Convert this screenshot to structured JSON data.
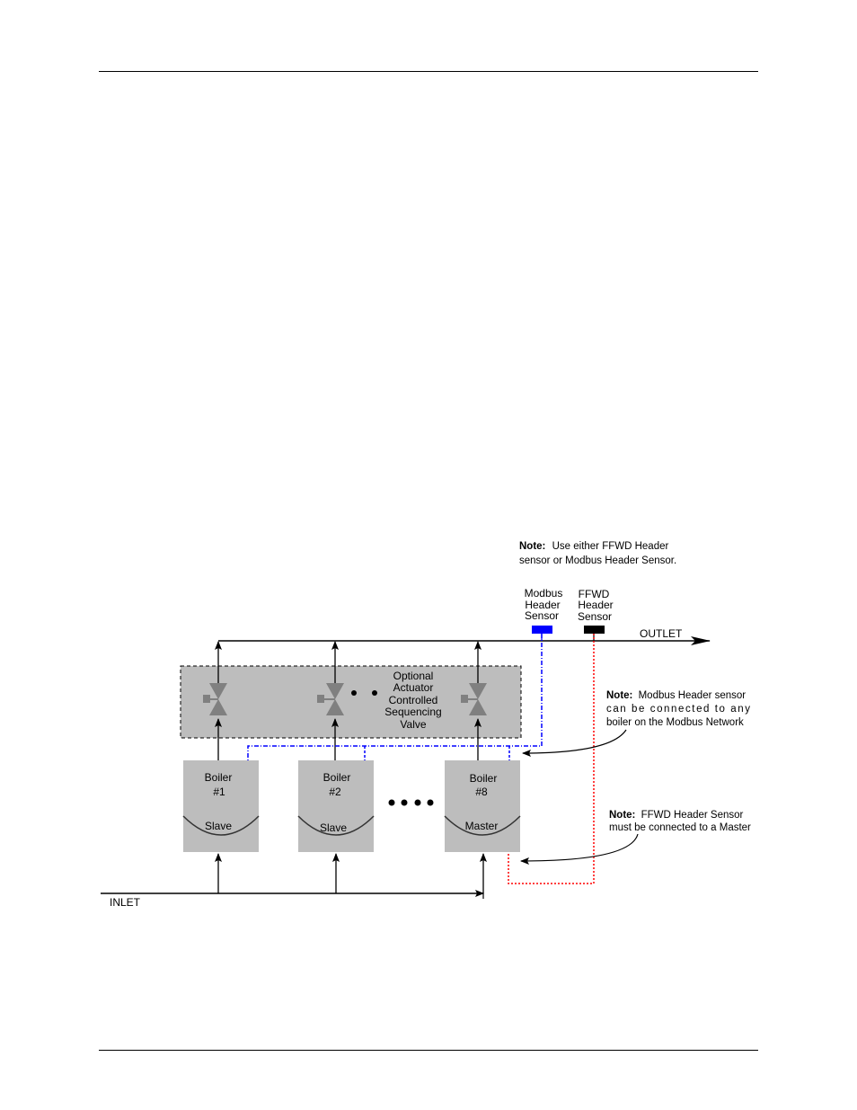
{
  "note_top": {
    "bold": "Note:",
    "line1_rest": "Use either FFWD Header",
    "line2": "sensor or Modbus Header Sensor."
  },
  "modbus_sensor": {
    "label": [
      "Modbus",
      "Header",
      "Sensor"
    ],
    "color": "#0000ff"
  },
  "ffwd_sensor": {
    "label": [
      "FFWD",
      "Header",
      "Sensor"
    ],
    "color": "#000000"
  },
  "outlet_label": "OUTLET",
  "inlet_label": "INLET",
  "valve_group_label": [
    "Optional",
    "Actuator",
    "Controlled",
    "Sequencing",
    "Valve"
  ],
  "boilers": [
    {
      "name": "Boiler",
      "number": "#1",
      "role": "Slave"
    },
    {
      "name": "Boiler",
      "number": "#2",
      "role": "Slave"
    },
    {
      "name": "Boiler",
      "number": "#8",
      "role": "Master"
    }
  ],
  "note_modbus": {
    "bold": "Note:",
    "line1_rest": "Modbus Header sensor",
    "line2": "can be connected to any",
    "line3": "boiler on the Modbus Network"
  },
  "note_ffwd": {
    "bold": "Note:",
    "line1_rest": "FFWD Header Sensor",
    "line2": "must be connected to a Master"
  },
  "colors": {
    "boiler_fill": "#bdbdbd",
    "valve_fill": "#808080",
    "modbus_wire": "#0000ff",
    "ffwd_wire": "#ff0000"
  }
}
